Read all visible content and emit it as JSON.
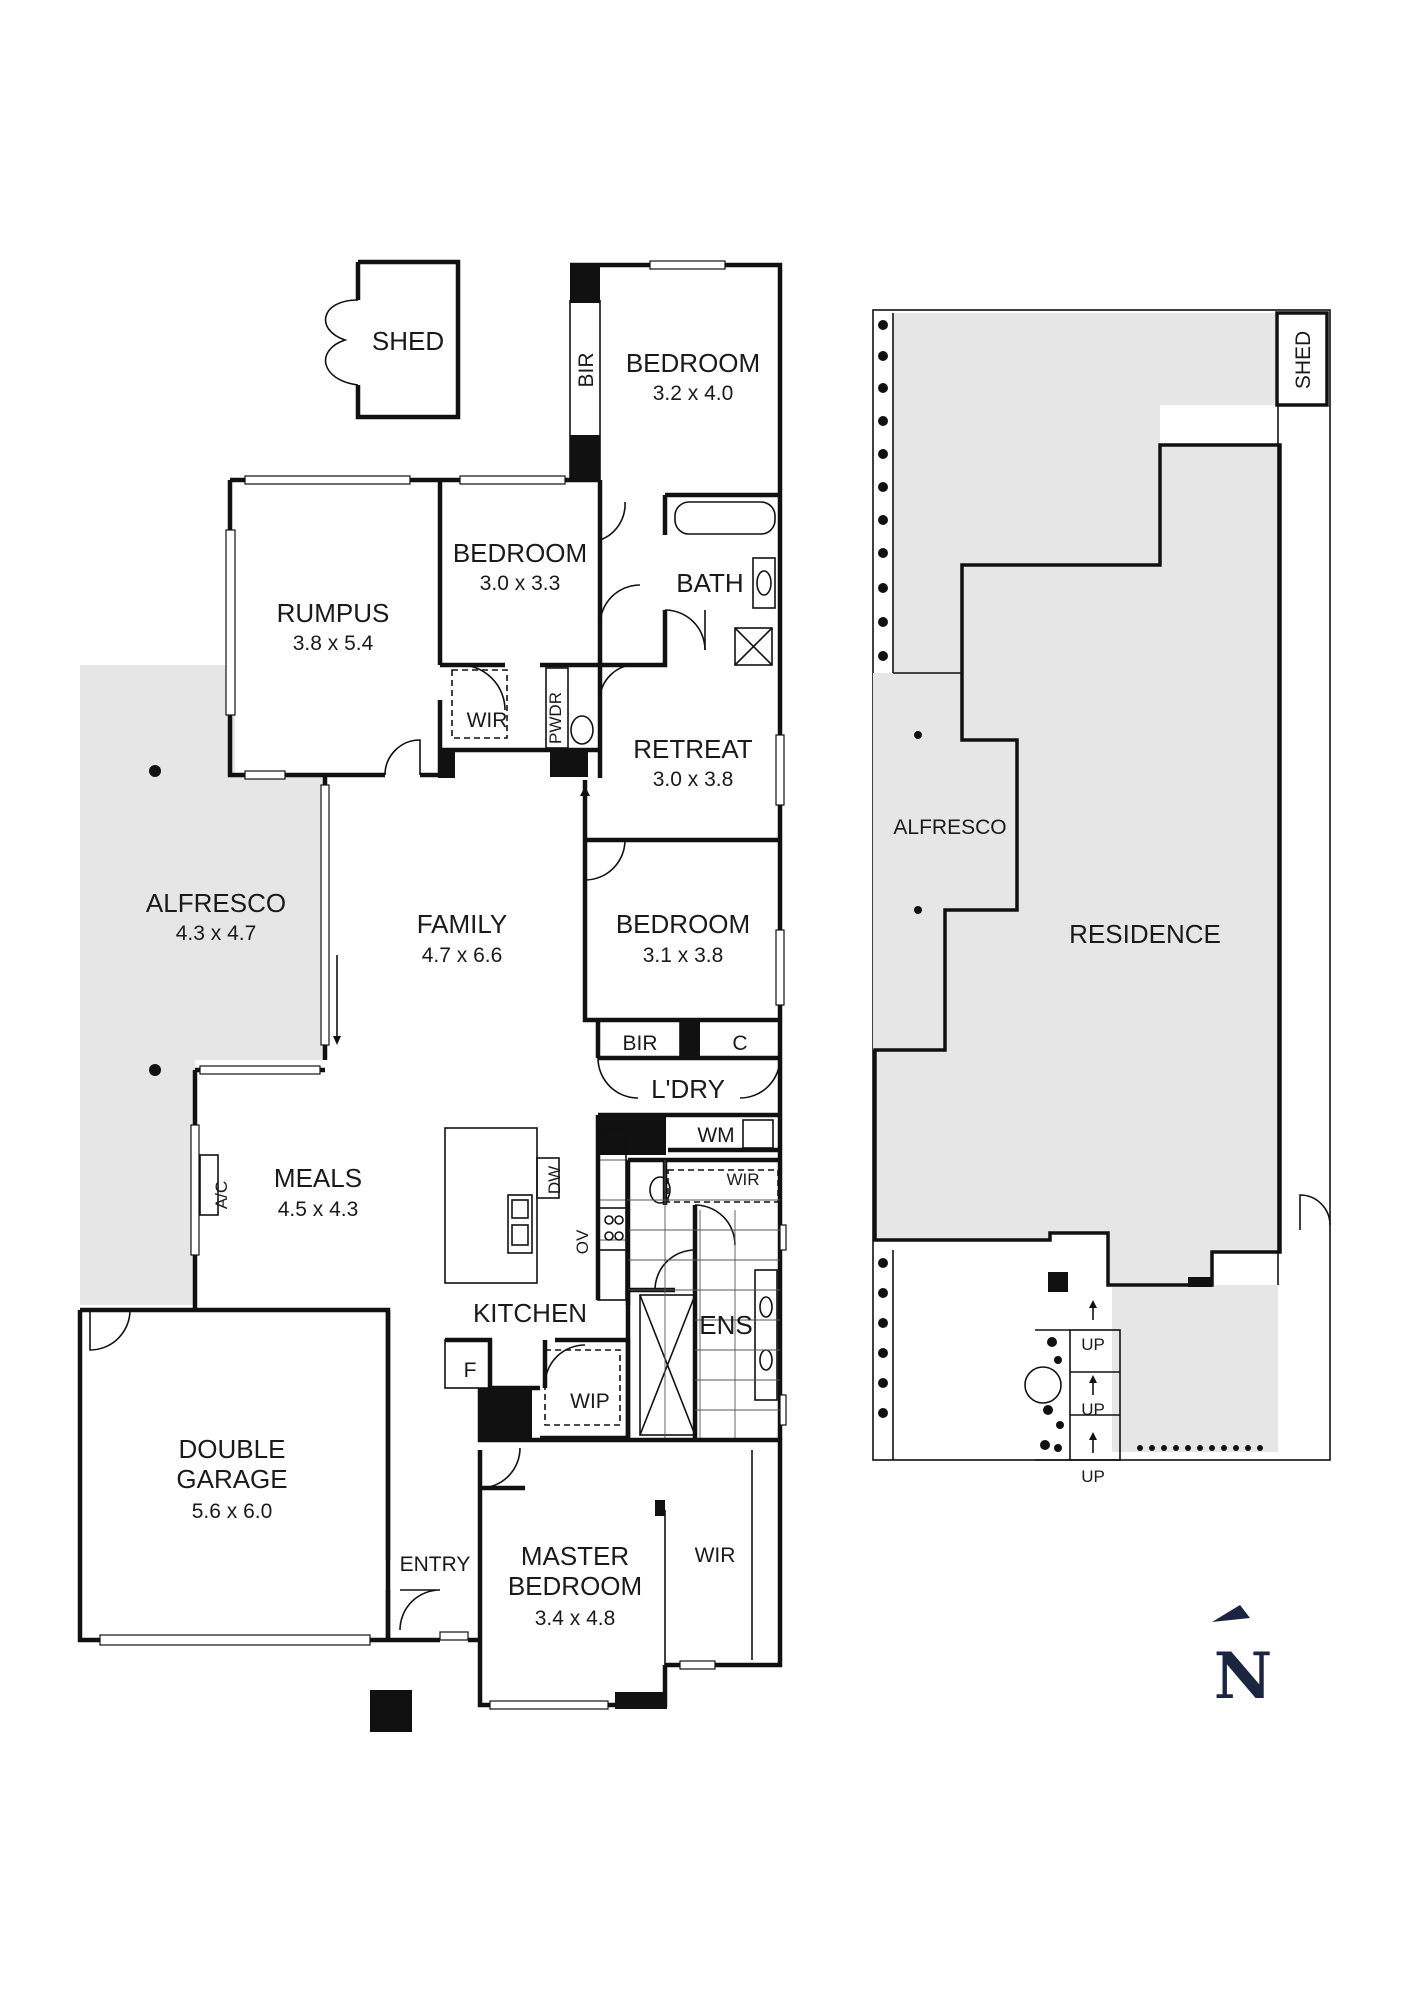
{
  "floor_plan": {
    "rooms": {
      "shed": {
        "name": "SHED"
      },
      "bedroom_north": {
        "name": "BEDROOM",
        "size": "3.2 x 4.0"
      },
      "bir_north": {
        "name": "BIR"
      },
      "rumpus": {
        "name": "RUMPUS",
        "size": "3.8 x 5.4"
      },
      "bedroom_mid": {
        "name": "BEDROOM",
        "size": "3.0 x 3.3"
      },
      "bath": {
        "name": "BATH"
      },
      "wir_small": {
        "name": "WIR"
      },
      "pwdr": {
        "name": "PWDR"
      },
      "retreat": {
        "name": "RETREAT",
        "size": "3.0 x 3.8"
      },
      "alfresco": {
        "name": "ALFRESCO",
        "size": "4.3 x 4.7"
      },
      "family": {
        "name": "FAMILY",
        "size": "4.7 x 6.6"
      },
      "bedroom_east": {
        "name": "BEDROOM",
        "size": "3.1 x 3.8"
      },
      "bir_east": {
        "name": "BIR"
      },
      "cupboard": {
        "name": "C"
      },
      "laundry": {
        "name": "L'DRY"
      },
      "wm": {
        "name": "WM"
      },
      "wir_ensuite": {
        "name": "WIR"
      },
      "meals": {
        "name": "MEALS",
        "size": "4.5 x 4.3"
      },
      "ac": {
        "name": "A/C"
      },
      "dw": {
        "name": "DW"
      },
      "ov": {
        "name": "OV"
      },
      "kitchen": {
        "name": "KITCHEN"
      },
      "ens": {
        "name": "ENS"
      },
      "fridge": {
        "name": "F"
      },
      "wip": {
        "name": "WIP"
      },
      "garage": {
        "name": "DOUBLE\nGARAGE",
        "line1": "DOUBLE",
        "line2": "GARAGE",
        "size": "5.6 x 6.0"
      },
      "entry": {
        "name": "ENTRY"
      },
      "master": {
        "line1": "MASTER",
        "line2": "BEDROOM",
        "size": "3.4 x 4.8"
      },
      "wir_master": {
        "name": "WIR"
      }
    }
  },
  "site_plan": {
    "shed": "SHED",
    "alfresco": "ALFRESCO",
    "residence": "RESIDENCE",
    "steps": [
      "UP",
      "UP",
      "UP"
    ]
  },
  "compass": {
    "label": "N"
  },
  "colors": {
    "wall": "#111111",
    "paving": "#e6e6e6",
    "compass": "#1b2540"
  }
}
